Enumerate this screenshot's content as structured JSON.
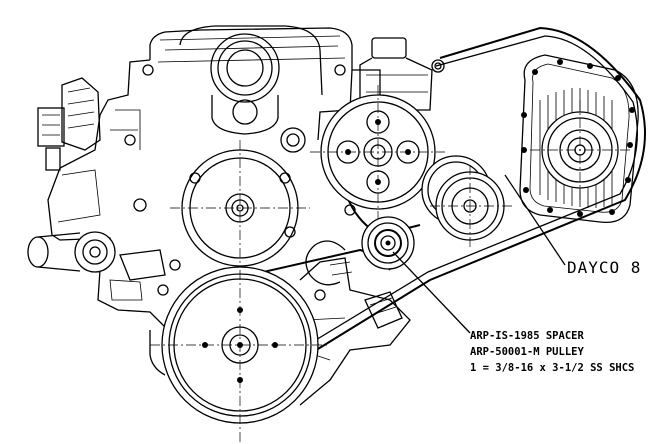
{
  "callouts": {
    "belt": "DAYCO 8",
    "parts": [
      "ARP-IS-1985 SPACER",
      "ARP-50001-M PULLEY",
      "1 = 3/8-16 x 3-1/2 SS SHCS"
    ]
  }
}
